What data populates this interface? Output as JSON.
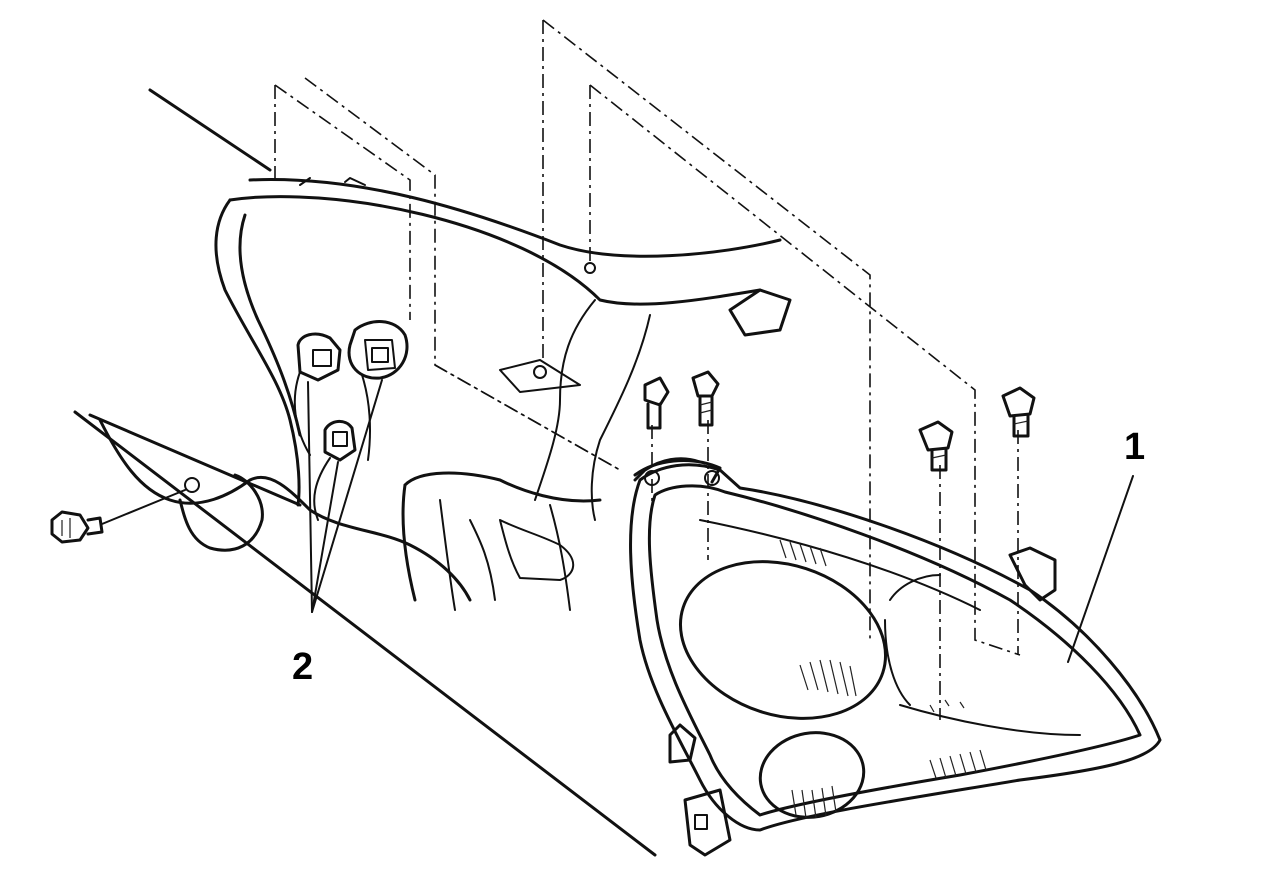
{
  "callouts": [
    {
      "id": "callout-1",
      "label": "1"
    },
    {
      "id": "callout-2",
      "label": "2"
    }
  ],
  "colors": {
    "line": "#111111",
    "background": "#ffffff"
  },
  "parts": [
    "headlamp-assembly",
    "bulb-sockets",
    "mounting-bolts",
    "retaining-screw",
    "fender-panel"
  ]
}
